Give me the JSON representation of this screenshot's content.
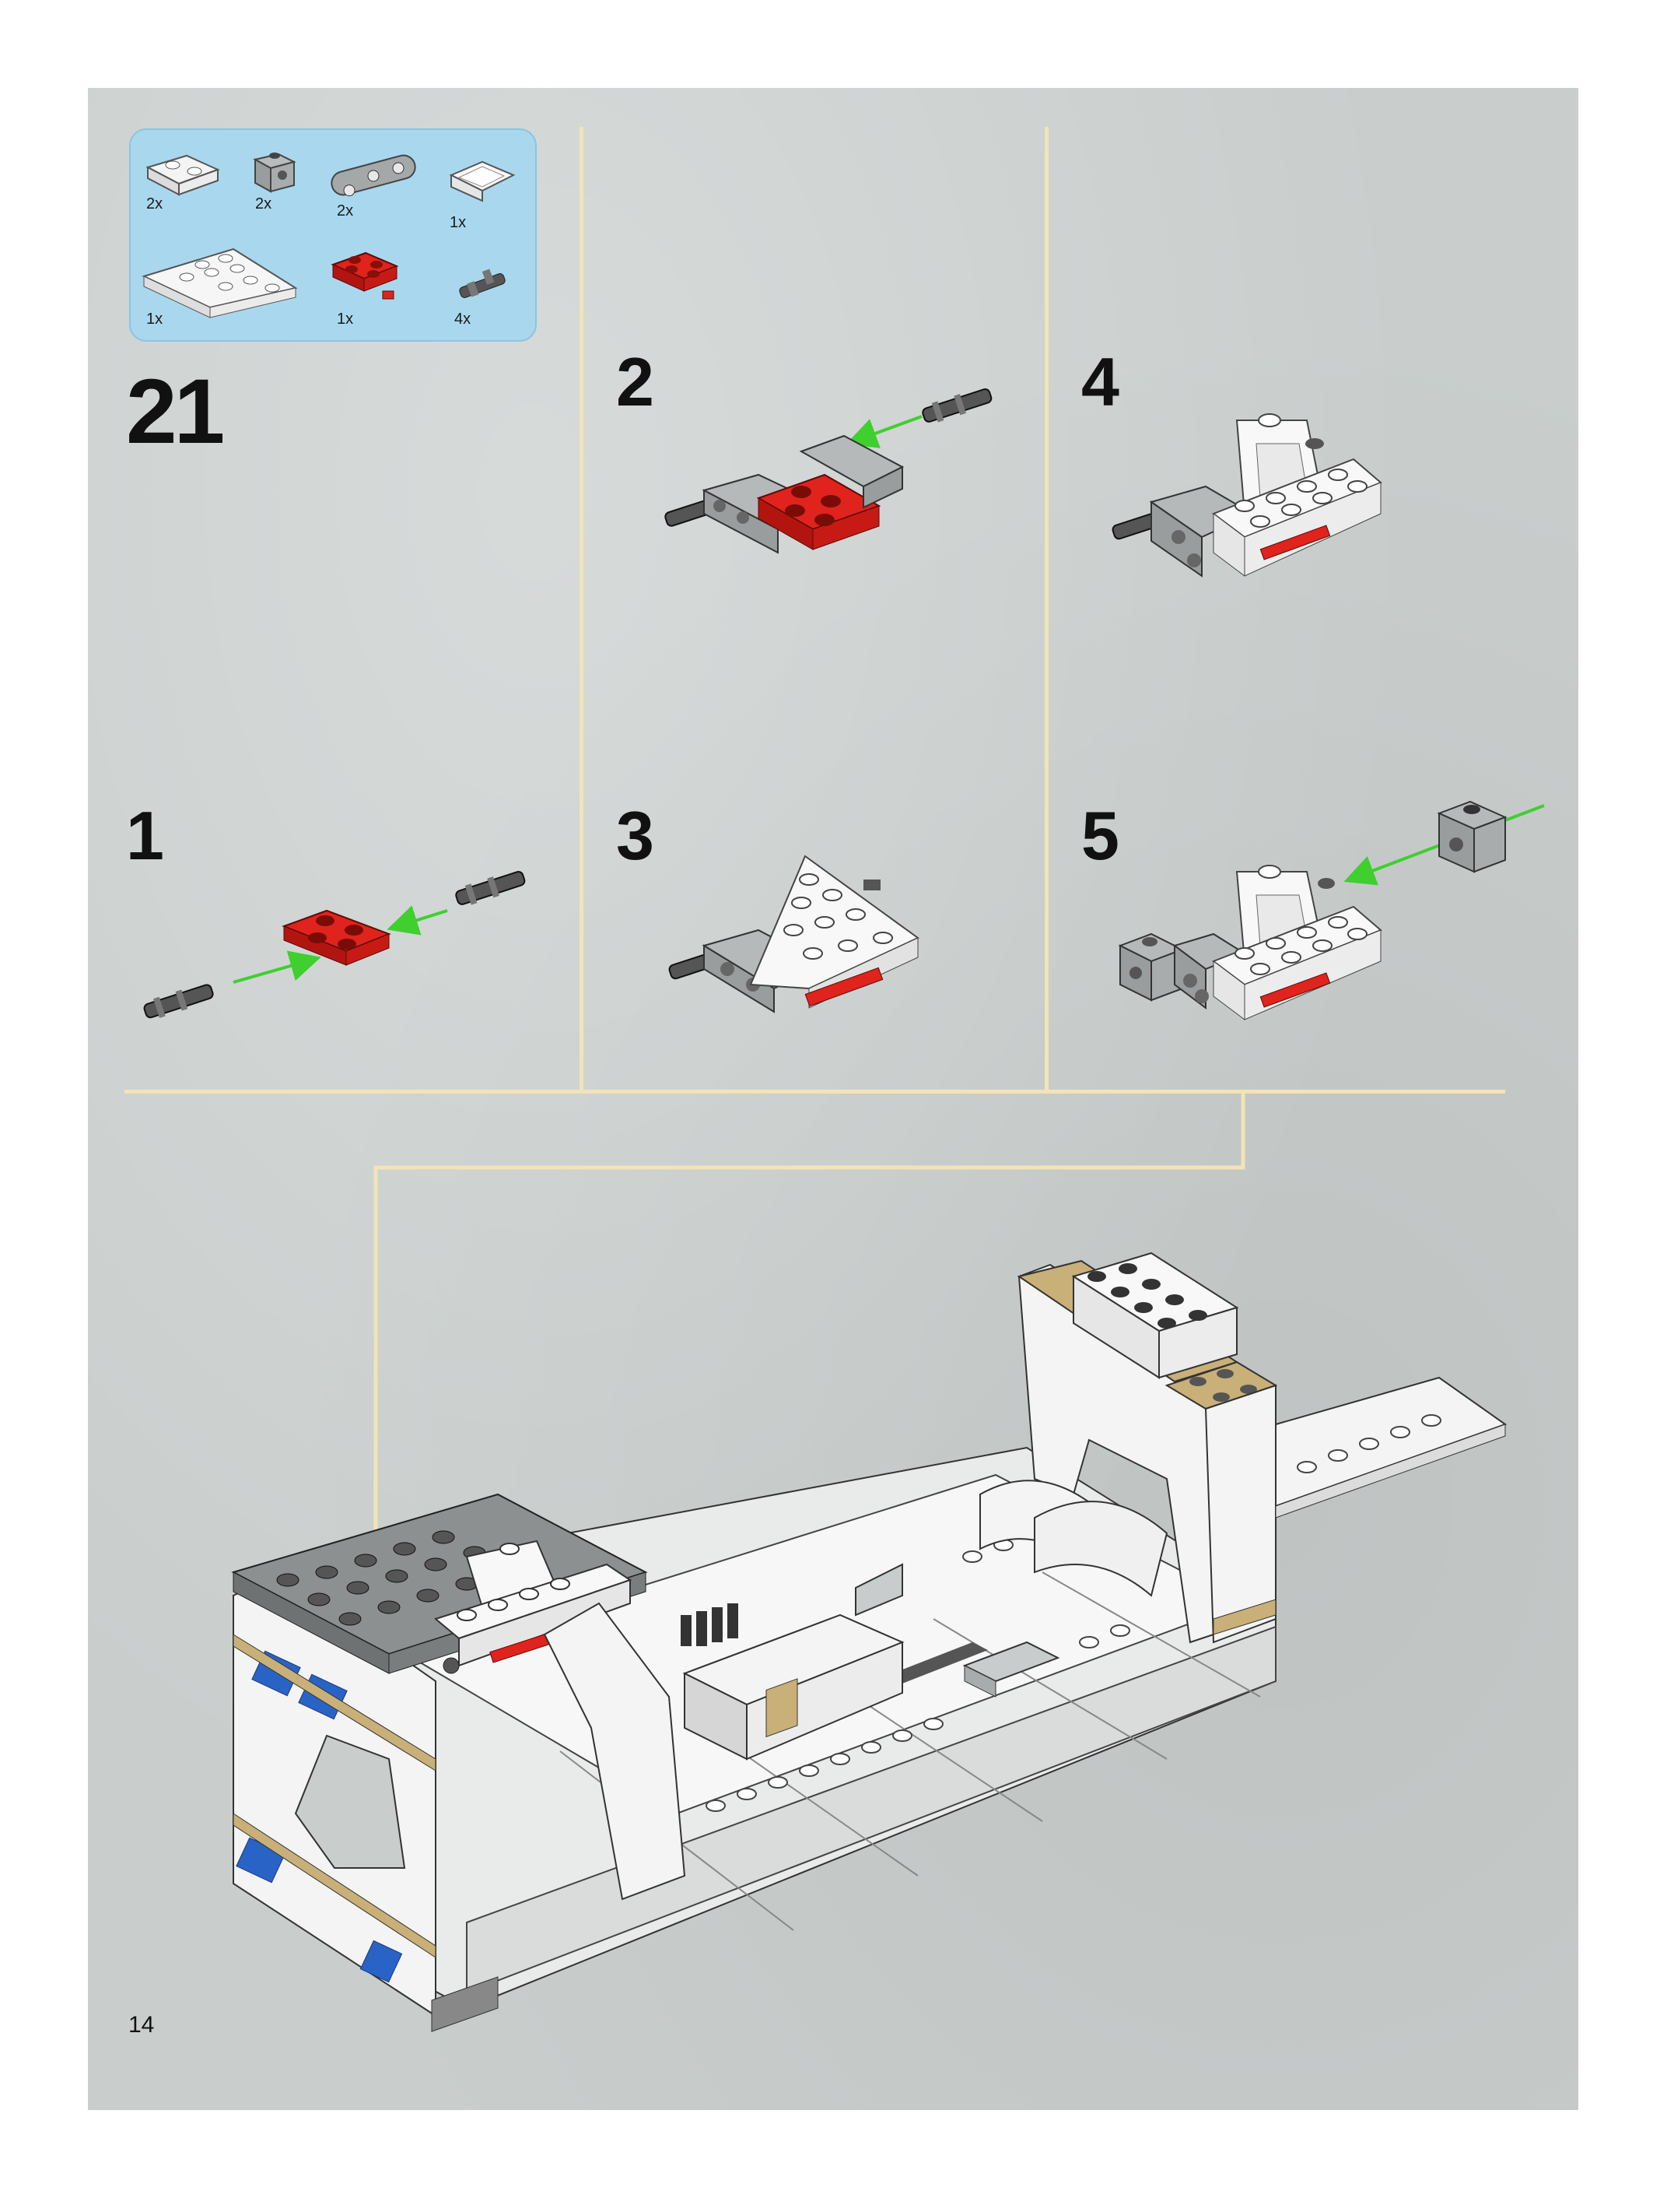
{
  "parts_list": {
    "items": [
      {
        "name": "plate-2x2-icon",
        "qty": "2x"
      },
      {
        "name": "brick-1x1-technic-icon",
        "qty": "2x"
      },
      {
        "name": "technic-beam-icon",
        "qty": "2x"
      },
      {
        "name": "window-panel-icon",
        "qty": "1x"
      },
      {
        "name": "wedge-plate-icon",
        "qty": "1x"
      },
      {
        "name": "red-plate-2x2-icon",
        "qty": "1x"
      },
      {
        "name": "technic-pin-icon",
        "qty": "4x"
      }
    ]
  },
  "main_step": "21",
  "sub_steps": [
    "1",
    "2",
    "3",
    "4",
    "5"
  ],
  "page_number": "14",
  "colors": {
    "background": "#c9cecd",
    "divider": "#f3e3b7",
    "parts_box": "#a9d8ee",
    "arrow": "#3fcf2f",
    "red_brick": "#e0231c",
    "tan_brick": "#c8b078",
    "blue_brick": "#2a63c6"
  }
}
